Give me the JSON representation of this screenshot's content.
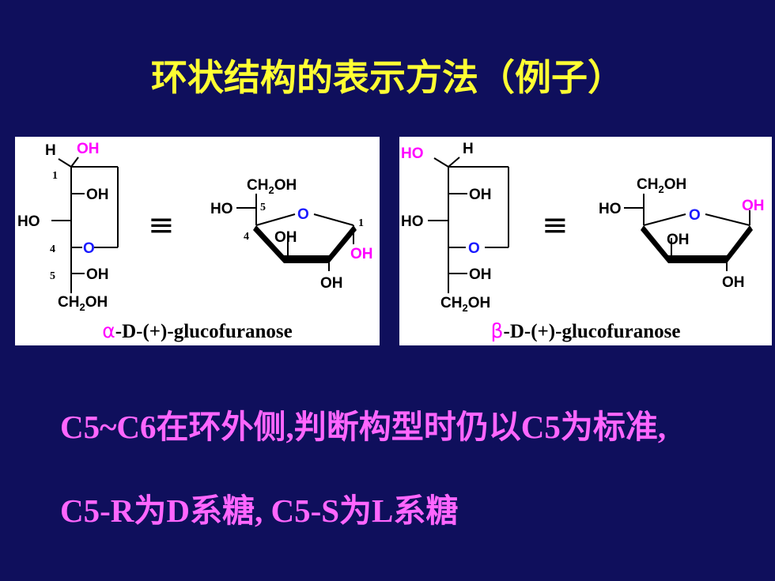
{
  "slide": {
    "title": "环状结构的表示方法（例子）",
    "line1": "C5~C6在环外侧,判断构型时仍以C5为标准,",
    "line2": "C5-R为D系糖, C5-S为L系糖"
  },
  "panel_alpha": {
    "greek": "α",
    "name": "-D-(+)-glucofuranose",
    "fischer": {
      "top_h": "H",
      "top_oh": "OH",
      "c2_oh": "OH",
      "c3_ho": "HO",
      "ring_o": "O",
      "c5_oh": "OH",
      "ch2oh": "CH",
      "sub2": "2",
      "oh_tail": "OH",
      "num1": "1",
      "num4": "4",
      "num5": "5"
    },
    "equiv": "≡",
    "haworth": {
      "ch2oh": "CH",
      "sub2": "2",
      "oh_tail": "OH",
      "ho": "HO",
      "num5": "5",
      "num4": "4",
      "num1": "1",
      "ring_o": "O",
      "oh_inner": "OH",
      "oh_anomeric": "OH",
      "oh_bottom": "OH"
    }
  },
  "panel_beta": {
    "greek": "β",
    "name": "-D-(+)-glucofuranose",
    "fischer": {
      "top_ho": "HO",
      "top_h": "H",
      "c2_oh": "OH",
      "c3_ho": "HO",
      "ring_o": "O",
      "c5_oh": "OH",
      "ch2oh": "CH",
      "sub2": "2",
      "oh_tail": "OH"
    },
    "equiv": "≡",
    "haworth": {
      "ch2oh": "CH",
      "sub2": "2",
      "oh_tail": "OH",
      "ho": "HO",
      "ring_o": "O",
      "oh_anomeric": "OH",
      "oh_inner": "OH",
      "oh_bottom": "OH"
    }
  },
  "colors": {
    "background": "#0f0f5c",
    "title": "#ffff33",
    "text": "#ff66ff",
    "highlight": "#ff00ff",
    "ring_o": "#1a1aff"
  }
}
